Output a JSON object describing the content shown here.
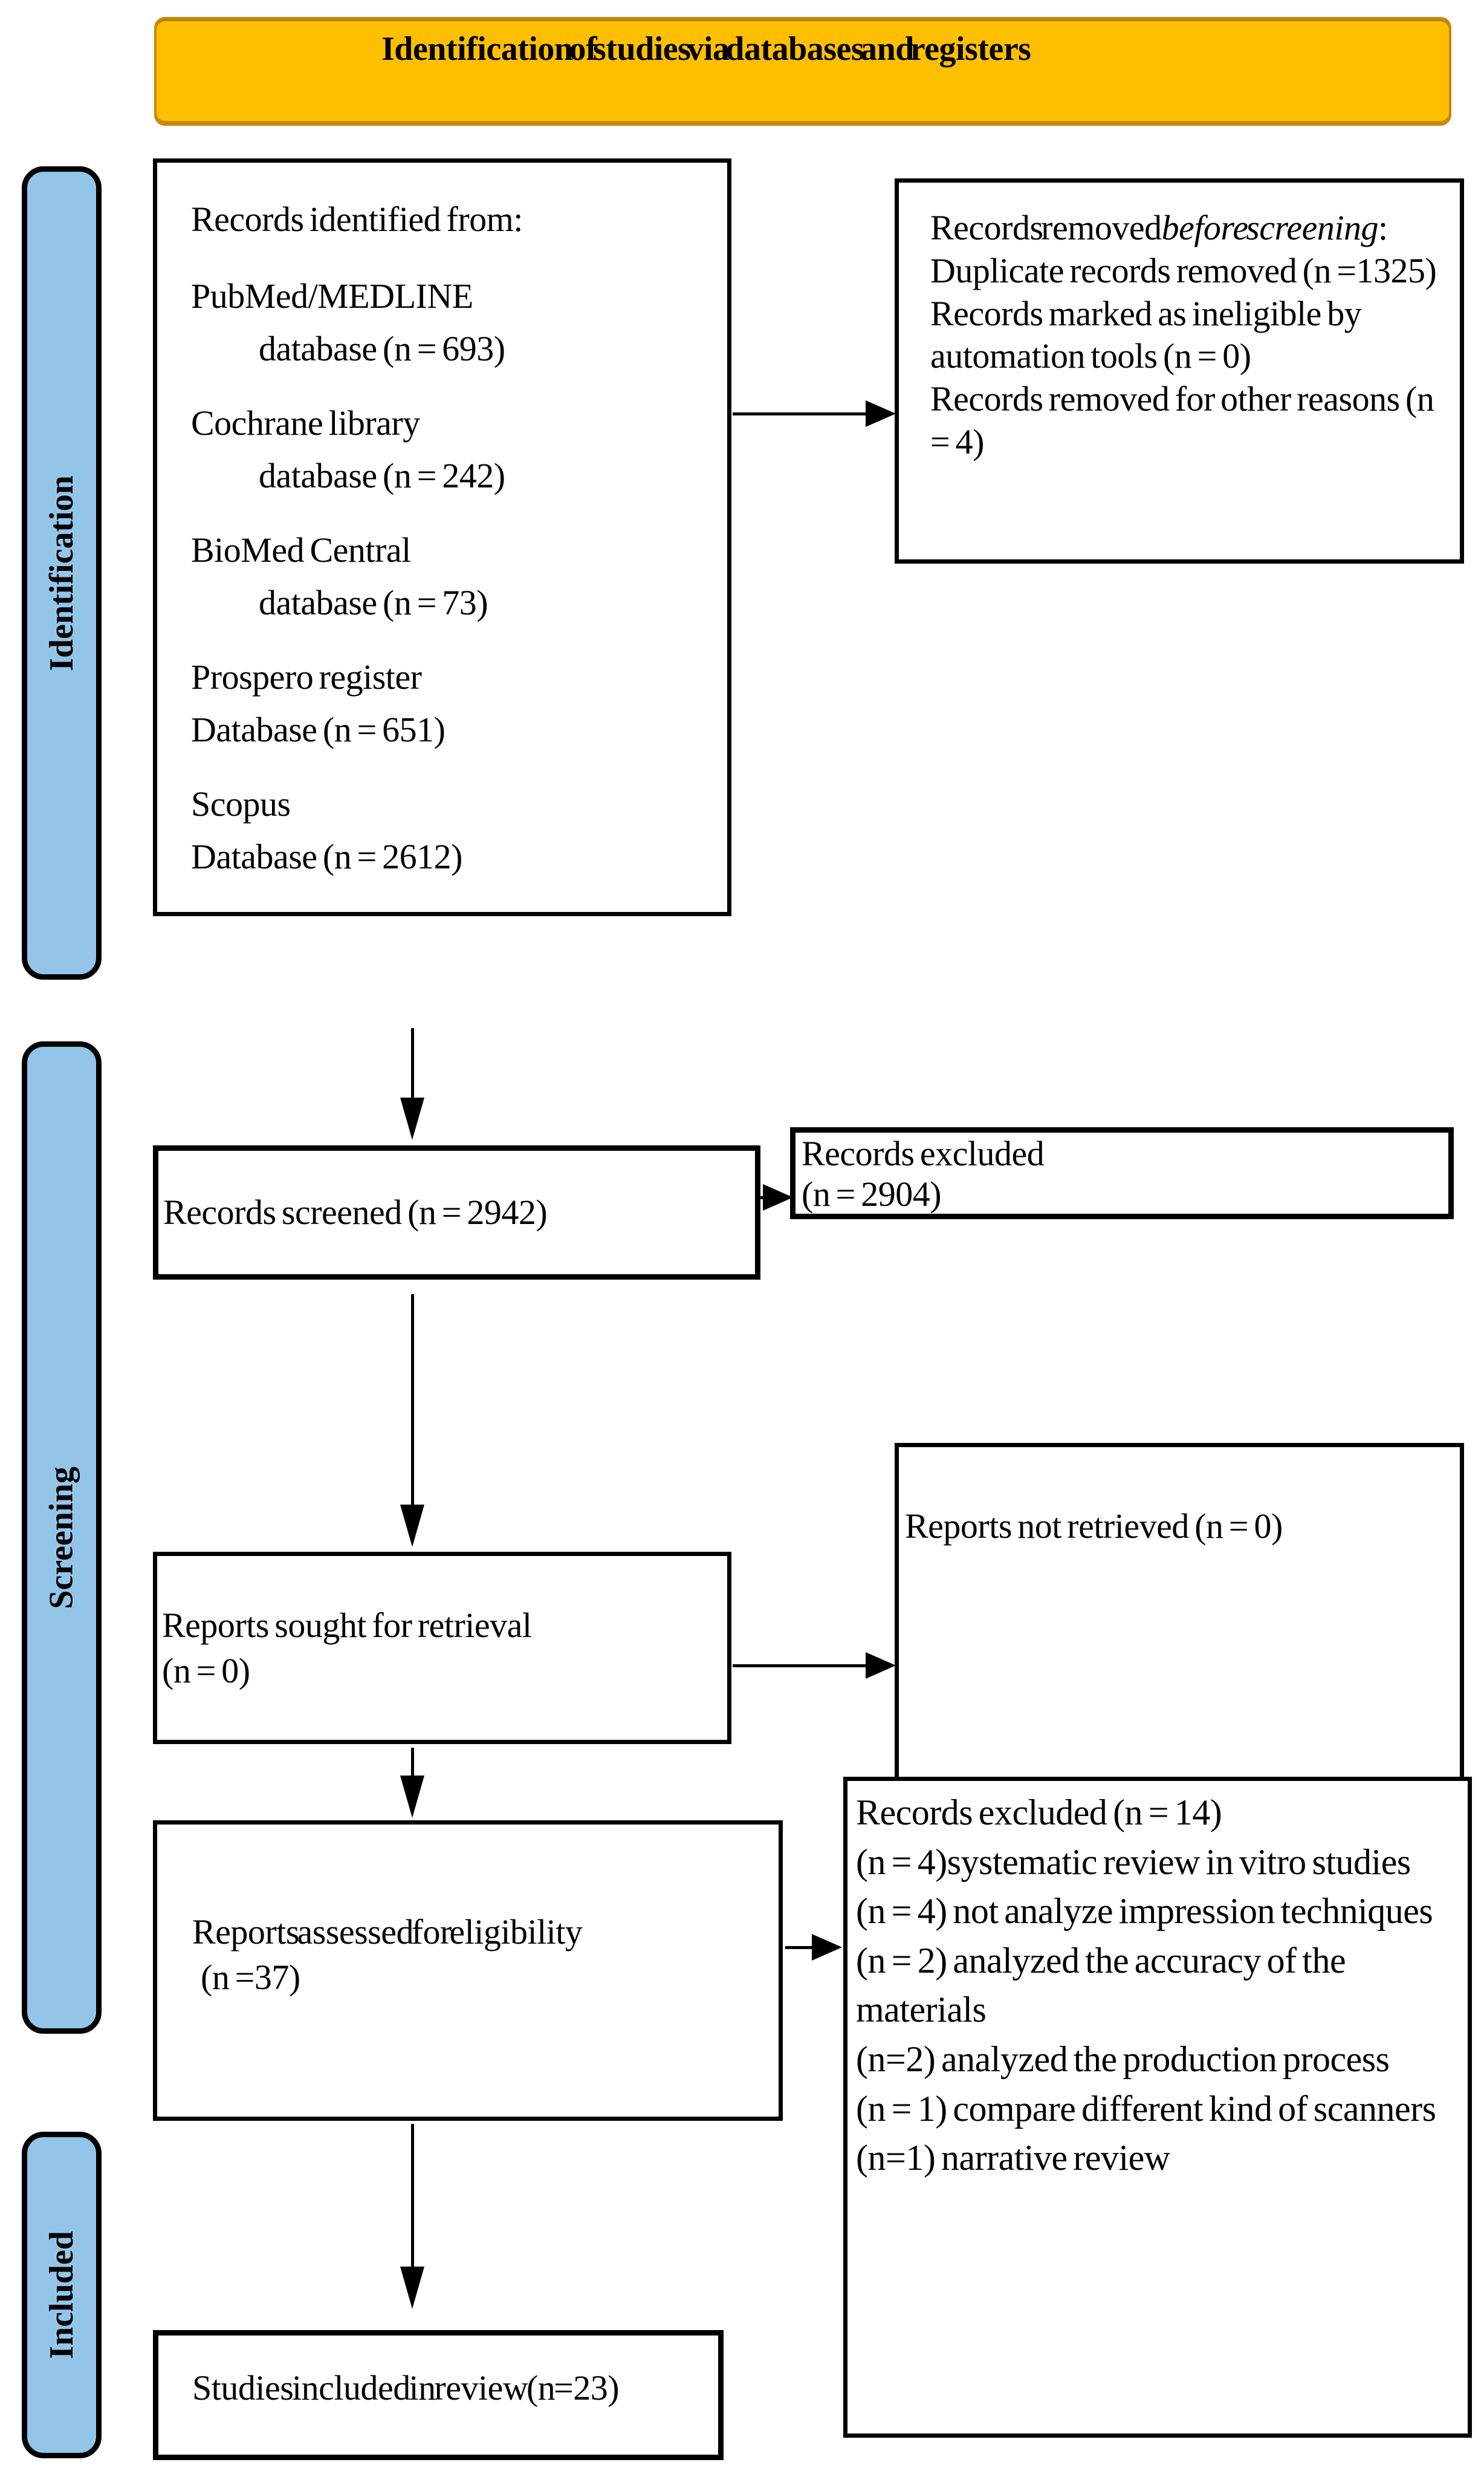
{
  "header": {
    "title": "Identification of studies via databases and registers"
  },
  "sidebar": {
    "identification": "Identification",
    "screening": "Screening",
    "included": "Included"
  },
  "boxes": {
    "identified": {
      "title": "Records identified from:",
      "sources": [
        {
          "name": "PubMed/MEDLINE",
          "detail": "database (n = 693)"
        },
        {
          "name": "Cochrane library",
          "detail": "database (n = 242)"
        },
        {
          "name": "BioMed Central",
          "detail": "database (n = 73)"
        },
        {
          "name": "Prospero register",
          "detail": "Database (n = 651)"
        },
        {
          "name": "Scopus",
          "detail": "Database (n = 2612)"
        }
      ]
    },
    "removed": {
      "lead": "Records removed",
      "lead_italic": "before screening",
      "colon": ":",
      "items": [
        "Duplicate records removed (n =1325)",
        "Records marked as ineligible by automation tools (n = 0)",
        "Records removed for other reasons (n = 4)"
      ]
    },
    "screened": {
      "label": "Records screened (n = 2942)"
    },
    "records_excluded": {
      "line1": "Records excluded",
      "line2": "(n = 2904)"
    },
    "sought": {
      "line1": "Reports sought for retrieval",
      "line2": "(n = 0)"
    },
    "not_retrieved": {
      "label": "Reports not retrieved (n = 0)"
    },
    "assessed": {
      "line1": "Reports assessed for eligibility",
      "line2": "(n =37)"
    },
    "exclusion_reasons": {
      "title": "Records excluded (n = 14)",
      "items": [
        "(n = 4)systematic review in vitro studies",
        "(n = 4) not analyze impression techniques",
        "(n = 2) analyzed the accuracy of the materials",
        "(n=2) analyzed the production process",
        "(n = 1) compare different kind of scanners",
        "(n=1) narrative review"
      ]
    },
    "included_review": {
      "label": "Studies included in review (n =23)"
    }
  },
  "colors": {
    "banner_fill": "#FEBF00",
    "banner_border": "#C8880A",
    "stage_fill": "#93C5E9",
    "box_border": "#000000",
    "background": "#FFFFFF"
  }
}
